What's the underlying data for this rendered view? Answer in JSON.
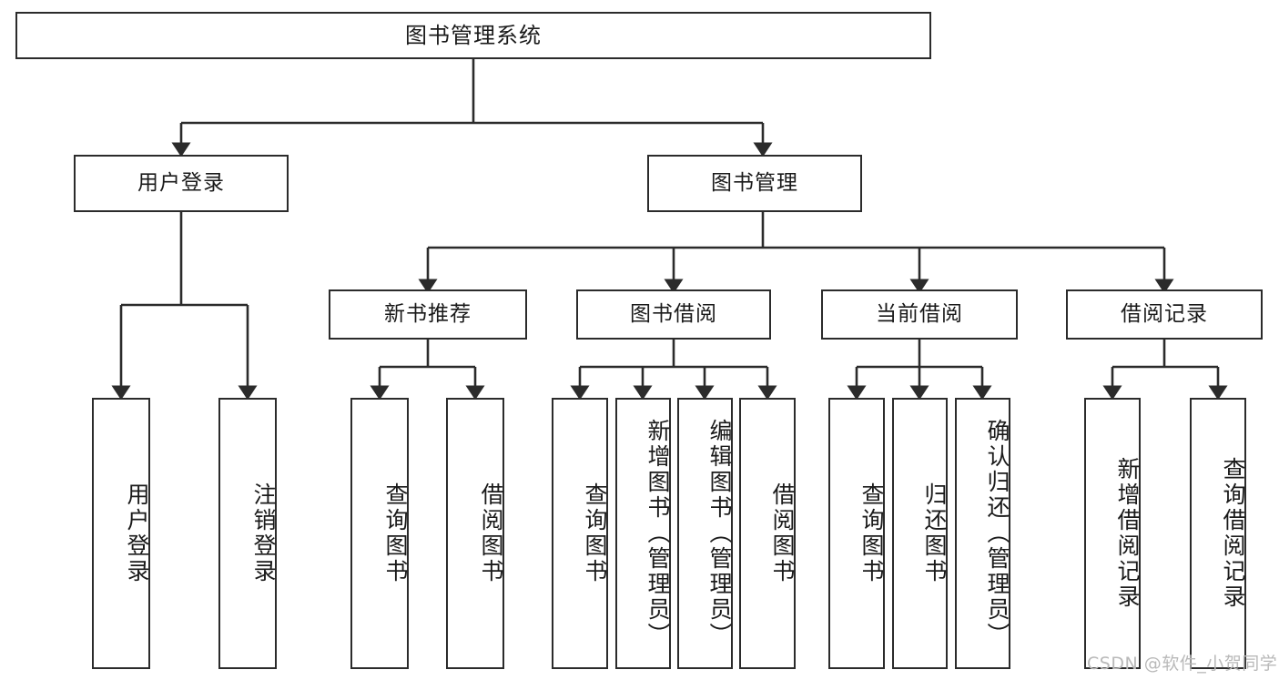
{
  "diagram": {
    "title": "图书管理系统",
    "type": "tree-hierarchy-chart",
    "watermark": "CSDN @软件_小贺同学",
    "colors": {
      "background": "#ffffff",
      "box_border": "#2b2b2b",
      "box_fill": "#ffffff",
      "text": "#1a1a1a",
      "connector": "#2b2b2b",
      "watermark": "#b9b9b9"
    },
    "root": {
      "label": "图书管理系统",
      "orientation": "horizontal"
    },
    "level2": [
      {
        "id": "user-login",
        "label": "用户登录",
        "orientation": "horizontal"
      },
      {
        "id": "book-manage",
        "label": "图书管理",
        "orientation": "horizontal"
      }
    ],
    "level3": [
      {
        "id": "new-book-recommend",
        "label": "新书推荐",
        "orientation": "horizontal",
        "parent": "book-manage"
      },
      {
        "id": "book-borrow",
        "label": "图书借阅",
        "orientation": "horizontal",
        "parent": "book-manage"
      },
      {
        "id": "current-borrow",
        "label": "当前借阅",
        "orientation": "horizontal",
        "parent": "book-manage"
      },
      {
        "id": "borrow-record",
        "label": "借阅记录",
        "orientation": "horizontal",
        "parent": "book-manage"
      }
    ],
    "leaves": [
      {
        "id": "leaf-user-login",
        "label": "用户登录",
        "orientation": "vertical",
        "parent": "user-login"
      },
      {
        "id": "leaf-user-logout",
        "label": "注销登录",
        "orientation": "vertical",
        "parent": "user-login"
      },
      {
        "id": "leaf-query-book-1",
        "label": "查询图书",
        "orientation": "vertical",
        "parent": "new-book-recommend"
      },
      {
        "id": "leaf-borrow-book-1",
        "label": "借阅图书",
        "orientation": "vertical",
        "parent": "new-book-recommend"
      },
      {
        "id": "leaf-query-book-2",
        "label": "查询图书",
        "orientation": "vertical",
        "parent": "book-borrow"
      },
      {
        "id": "leaf-add-book",
        "label": "新增图书（管理员）",
        "orientation": "vertical",
        "parent": "book-borrow"
      },
      {
        "id": "leaf-edit-book",
        "label": "编辑图书（管理员）",
        "orientation": "vertical",
        "parent": "book-borrow"
      },
      {
        "id": "leaf-borrow-book-2",
        "label": "借阅图书",
        "orientation": "vertical",
        "parent": "book-borrow"
      },
      {
        "id": "leaf-query-book-3",
        "label": "查询图书",
        "orientation": "vertical",
        "parent": "current-borrow"
      },
      {
        "id": "leaf-return-book",
        "label": "归还图书",
        "orientation": "vertical",
        "parent": "current-borrow"
      },
      {
        "id": "leaf-confirm-return",
        "label": "确认归还（管理员）",
        "orientation": "vertical",
        "parent": "current-borrow"
      },
      {
        "id": "leaf-add-record",
        "label": "新增借阅记录",
        "orientation": "vertical",
        "parent": "borrow-record"
      },
      {
        "id": "leaf-query-record",
        "label": "查询借阅记录",
        "orientation": "vertical",
        "parent": "borrow-record"
      }
    ]
  }
}
